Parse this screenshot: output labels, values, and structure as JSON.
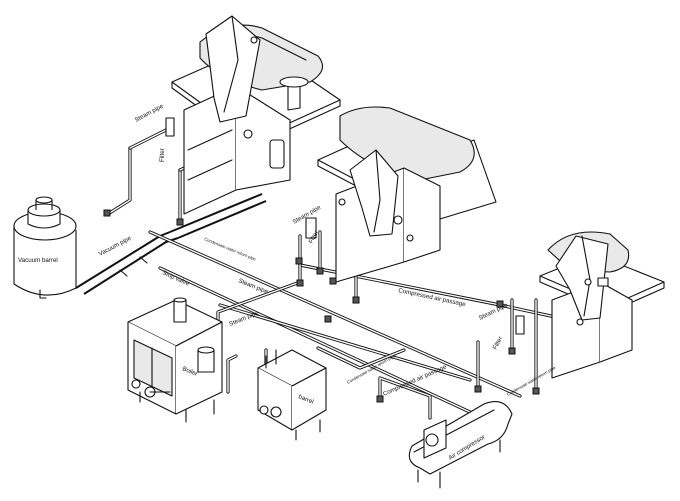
{
  "labels": {
    "steam_pipe_top": "Steam pipe",
    "filter_left": "Filter",
    "vacuum_pipe": "Vacuum pipe",
    "vacuum_barrel": "Vacuum barrel",
    "condensate_return_top": "Condensate water return pipe",
    "steam_pipe_mid": "Steam pipe",
    "filter_mid": "Filter",
    "stop_valve": "Stop valve",
    "steam_pipe_a": "Steam pipe",
    "steam_pipe_b": "Steam pipe",
    "steam_pipe_right": "Steam pipe",
    "compressed_air_passage_right": "Compressed air passage",
    "filter_right": "Filter",
    "boiler": "Boiler",
    "barrel": "barrel",
    "condensate_return_low": "Condensate water return pipe",
    "compressed_air_passage_low": "Compressed air passage",
    "condensate_return_right": "Condensate water return pipe",
    "air_compressor": "Air compressor"
  }
}
